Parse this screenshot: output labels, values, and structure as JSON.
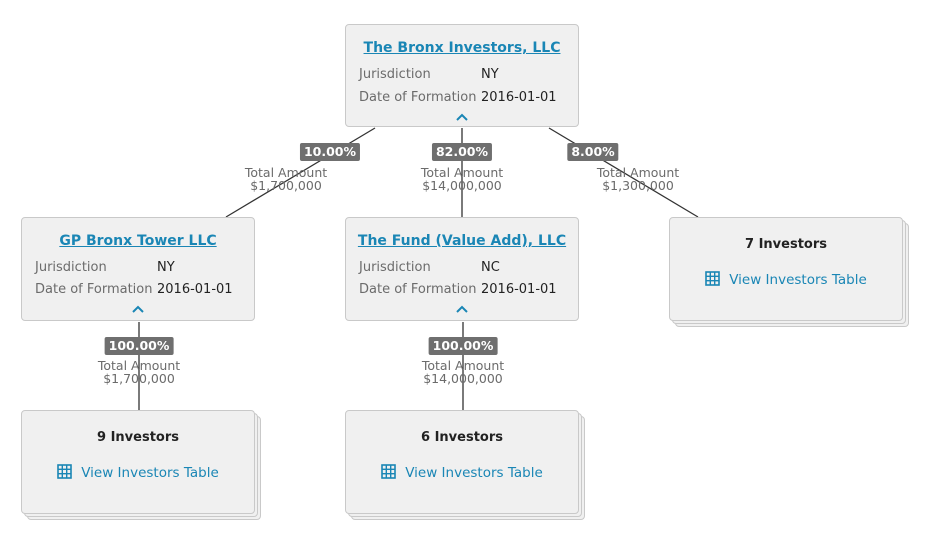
{
  "labels": {
    "jurisdiction": "Jurisdiction",
    "date_of_formation": "Date of Formation",
    "total_amount": "Total Amount",
    "view_investors_table": "View Investors Table"
  },
  "root": {
    "name": "The Bronx Investors, LLC",
    "jurisdiction": "NY",
    "date_of_formation": "2016-01-01"
  },
  "children": [
    {
      "name": "GP Bronx Tower LLC",
      "jurisdiction": "NY",
      "date_of_formation": "2016-01-01",
      "percent": "10.00%",
      "amount": "$1,700,000",
      "investors": {
        "count": "9 Investors",
        "percent": "100.00%",
        "amount": "$1,700,000"
      }
    },
    {
      "name": "The Fund (Value Add), LLC",
      "jurisdiction": "NC",
      "date_of_formation": "2016-01-01",
      "percent": "82.00%",
      "amount": "$14,000,000",
      "investors": {
        "count": "6 Investors",
        "percent": "100.00%",
        "amount": "$14,000,000"
      }
    }
  ],
  "direct_investors": {
    "count": "7 Investors",
    "percent": "8.00%",
    "amount": "$1,300,000"
  },
  "colors": {
    "link": "#1a86b5",
    "badge_bg": "#6f6f6f",
    "card_bg": "#f0f0f0",
    "card_border": "#c9c9c9"
  },
  "icons": [
    "chevron-up-icon",
    "table-grid-icon"
  ]
}
